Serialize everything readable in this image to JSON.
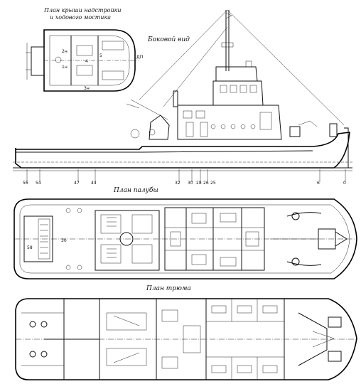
{
  "title_roof": [
    "План крыши надстройки",
    "и ходового мостика"
  ],
  "title_side": "Боковой вид",
  "title_deck": "План палубы",
  "title_hold": "План трюма",
  "roof_labels": [
    "1н",
    "2н",
    "4",
    "5",
    "3н",
    "ДП"
  ],
  "frames": [
    "56",
    "54",
    "47",
    "44",
    "32",
    "30",
    "28",
    "26",
    "25",
    "6",
    "0"
  ],
  "deck_labels": [
    "30",
    "58"
  ]
}
